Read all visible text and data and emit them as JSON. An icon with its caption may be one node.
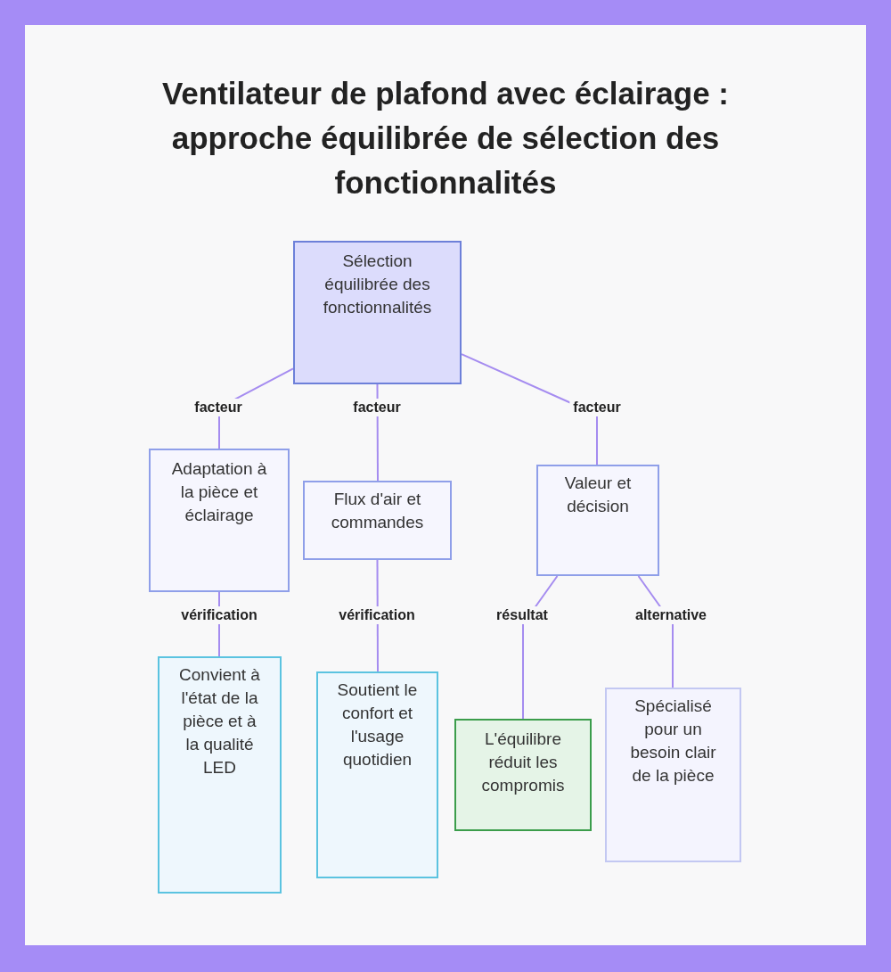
{
  "diagram": {
    "title": "Ventilateur de plafond avec éclairage : approche équilibrée de sélection des fonctionnalités",
    "nodes": [
      {
        "text": [
          "Sélection équilibrée des fonctionnalités"
        ]
      },
      {
        "text": [
          "Adaptation à la pièce et éclairage"
        ]
      },
      {
        "text": [
          "Flux d'air et commandes"
        ]
      },
      {
        "text": [
          "Valeur et décision"
        ]
      },
      {
        "text": [
          "Convient à l'état de la pièce et à la qualité LED"
        ]
      },
      {
        "text": [
          "Soutient le confort et l'usage quotidien"
        ]
      },
      {
        "text": [
          "L'équilibre réduit les compromis"
        ]
      },
      {
        "text": [
          "Spécialisé pour un besoin clair de la pièce"
        ]
      }
    ],
    "edges": [
      {
        "from": 0,
        "to": 1,
        "arrow": "none",
        "label": "facteur"
      },
      {
        "from": 0,
        "to": 2,
        "arrow": "none",
        "label": "facteur"
      },
      {
        "from": 0,
        "to": 3,
        "arrow": "none",
        "label": "facteur"
      },
      {
        "from": 1,
        "to": 4,
        "arrow": "none",
        "label": "vérification"
      },
      {
        "from": 2,
        "to": 5,
        "arrow": "none",
        "label": "vérification"
      },
      {
        "from": 3,
        "to": 6,
        "arrow": "none",
        "label": "résultat"
      },
      {
        "from": 3,
        "to": 7,
        "arrow": "none",
        "label": "alternative"
      }
    ]
  }
}
